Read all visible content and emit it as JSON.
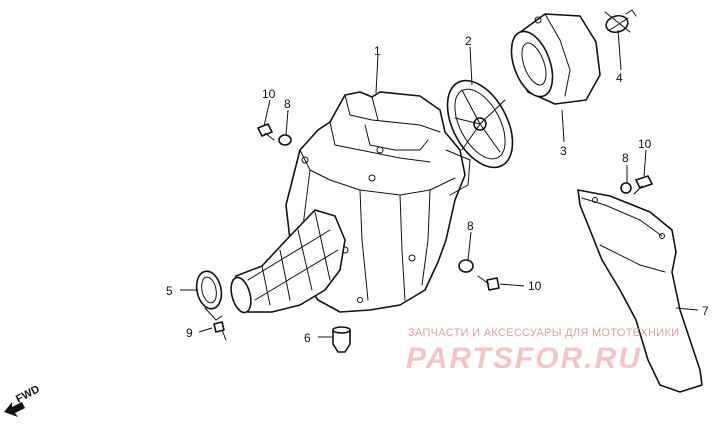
{
  "diagram": {
    "part_labels": [
      "1",
      "2",
      "3",
      "4",
      "5",
      "6",
      "7",
      "8",
      "8",
      "8",
      "9",
      "10",
      "10",
      "10"
    ],
    "direction_label": "FWD"
  },
  "watermark": {
    "caption": "ЗАПЧАСТИ И АКСЕССУАРЫ ДЛЯ МОТОТЕХНИКИ",
    "logo_text": "PARTSFOR.RU",
    "color": "#e8a8a8"
  }
}
